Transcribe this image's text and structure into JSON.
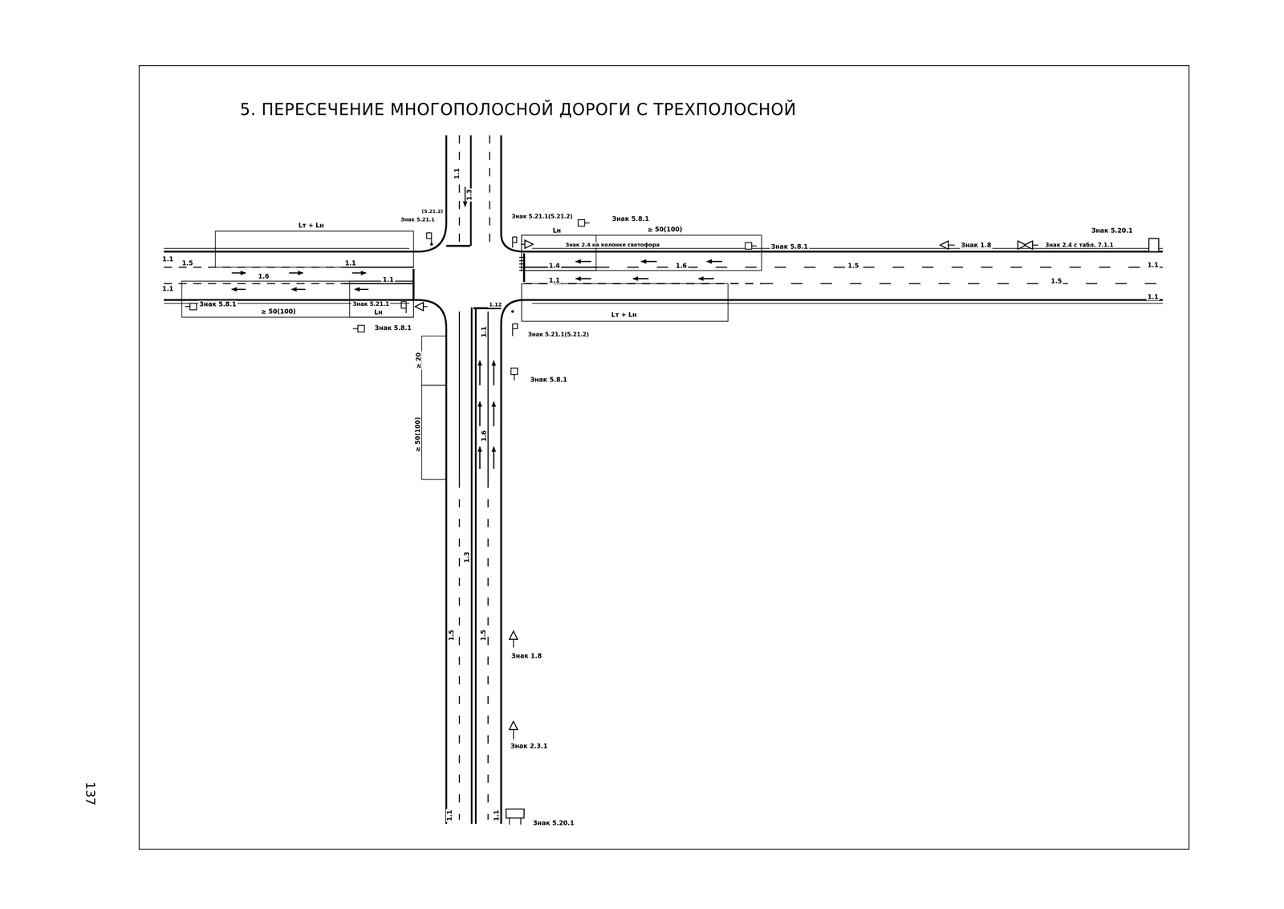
{
  "diagram": {
    "title": "5. ПЕРЕСЕЧЕНИЕ МНОГОПОЛОСНОЙ ДОРОГИ С ТРЕХПОЛОСНОЙ",
    "labels": [
      "Lт + Lн",
      "(5.21.2)",
      "Знак 5.21.1",
      "1.1",
      "1.3",
      "Знак 5.21.1(5.21.2)",
      "Lн",
      "Знак 5.8.1",
      "≥ 50(100)",
      "Знак 2.4 на колонке светофора",
      "Знак 5.8.1",
      "Знак 1.8",
      "Знак 2.4 с табл. 7.1.1",
      "Знак 5.20.1",
      "1.1",
      "1.5",
      "1.6",
      "1.1",
      "1.1",
      "1.1",
      "1.4",
      "1.6",
      "1.5",
      "1.1",
      "1.1",
      "1.5",
      "1.1",
      "Знак 5.8.1",
      "≥ 50(100)",
      "Знак 5.21.1",
      "Lн",
      "Знак 5.8.1",
      "1.12",
      "1.1",
      "Lт + Lн",
      "Знак 5.21.1(5.21.2)",
      "≥ 20",
      "Знак 5.8.1",
      "≥ 50(100)",
      "1.6",
      "1.3",
      "1.5",
      "1.5",
      "Знак 1.8",
      "Знак 2.3.1",
      "Знак 5.20.1",
      "1.1",
      "1.1",
      "137"
    ]
  }
}
